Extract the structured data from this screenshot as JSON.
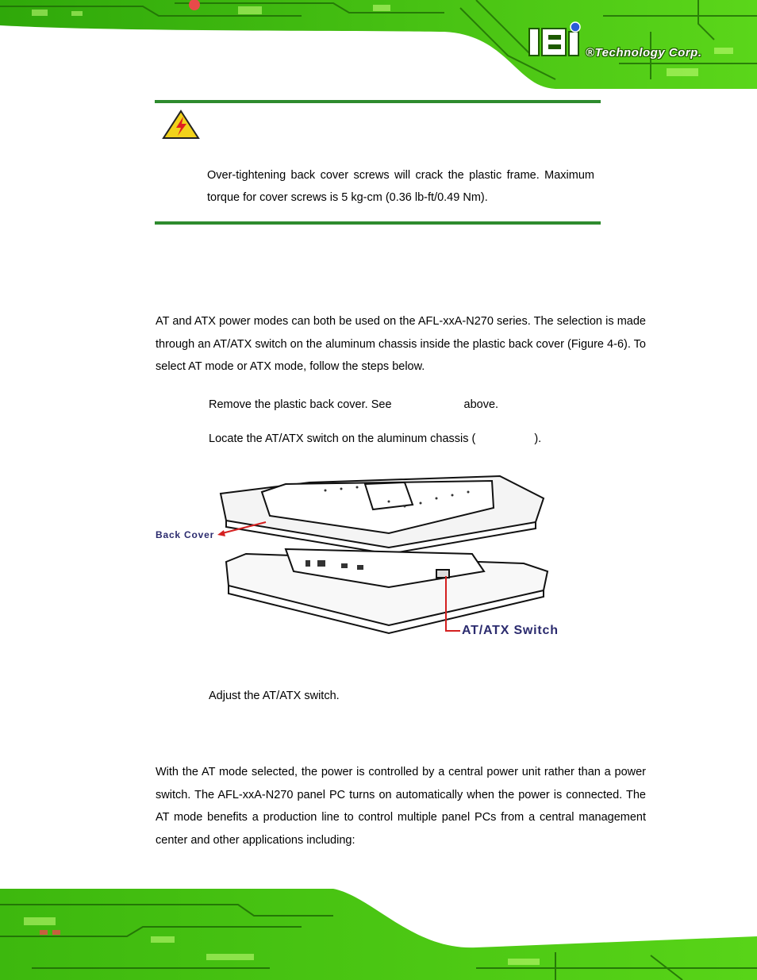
{
  "header": {
    "brand_text": "®Technology Corp."
  },
  "warning": {
    "icon": "warning-triangle-icon",
    "text": "Over-tightening back cover screws will crack the plastic frame. Maximum torque for cover screws is 5 kg-cm (0.36 lb-ft/0.49 Nm)."
  },
  "body": {
    "intro": "AT and ATX power modes can both be used on the AFL-xxA-N270 series. The selection is made through an AT/ATX switch on the aluminum chassis inside the plastic back cover (Figure 4-6). To select AT mode or ATX mode, follow the steps below.",
    "step1_pre": "Remove the plastic back cover. See",
    "step1_post": "above.",
    "step2_pre": "Locate the AT/ATX switch on the aluminum chassis (",
    "step2_post": ").",
    "step3": "Adjust the AT/ATX switch.",
    "at_mode": "With the AT mode selected, the power is controlled by a central power unit rather than a power switch. The AFL-xxA-N270 panel PC turns on automatically when the power is connected. The AT mode benefits a production line to control multiple panel PCs from a central management center and other applications including:"
  },
  "figure": {
    "label_back_cover": "Back Cover",
    "label_switch": "AT/ATX Switch"
  },
  "colors": {
    "green_rule": "#2e8b2e",
    "board_green": "#4cc814",
    "label_navy": "#2b2b6e",
    "arrow_red": "#d42020"
  }
}
